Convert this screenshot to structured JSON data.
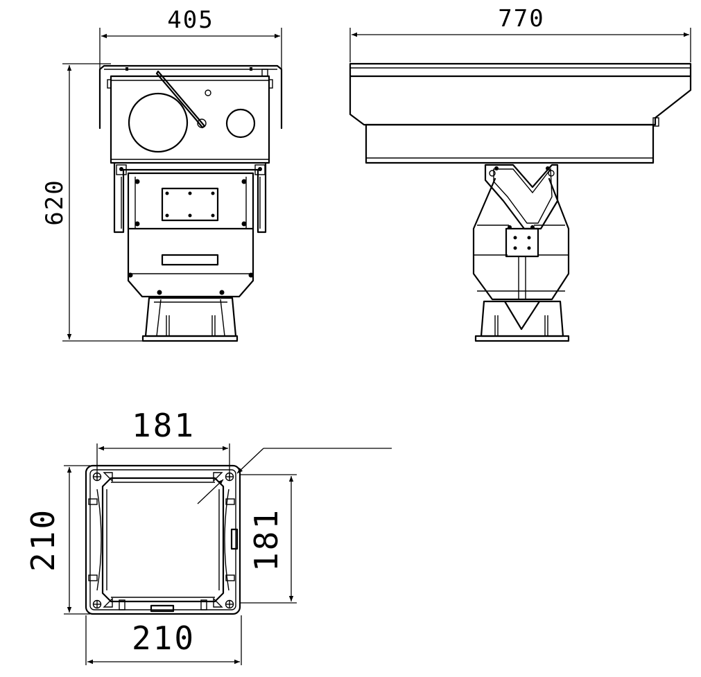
{
  "dimensions": {
    "front_width": "405",
    "side_length": "770",
    "height": "620",
    "base_hole_spacing_x": "181",
    "base_hole_spacing_y": "181",
    "base_width": "210",
    "base_height": "210"
  },
  "colors": {
    "line": "#000000",
    "background": "#ffffff"
  }
}
